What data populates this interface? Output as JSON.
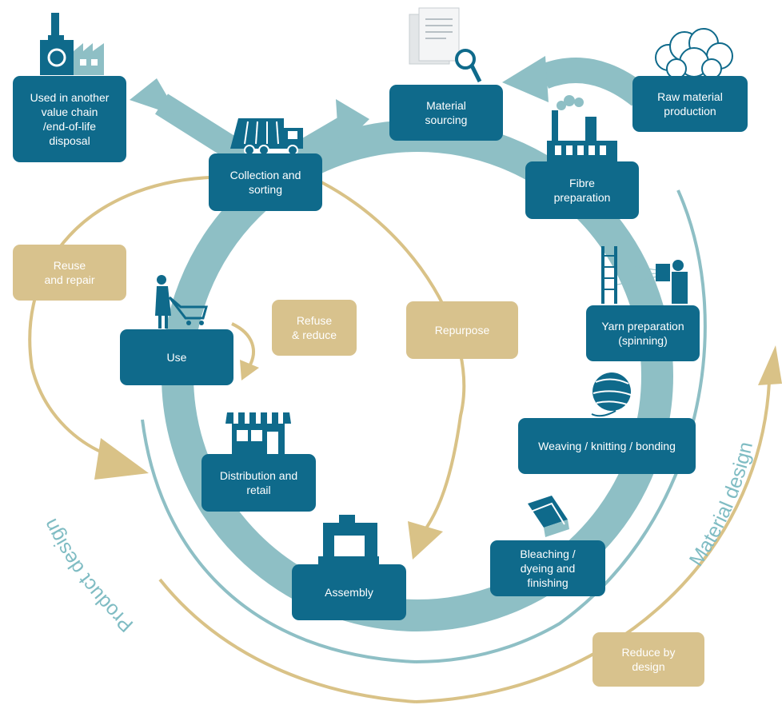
{
  "colors": {
    "process_box": "#0f6a8b",
    "strategy_box": "#d8c28d",
    "main_loop": "#8ebfc5",
    "strategy_arrow": "#d9c287",
    "design_arc_text": "#7fbcc3"
  },
  "stages": {
    "raw_material": "Raw material\nproduction",
    "material_sourcing": "Material\nsourcing",
    "fibre_preparation": "Fibre\npreparation",
    "yarn_preparation": "Yarn preparation\n(spinning)",
    "weaving": "Weaving / knitting / bonding",
    "bleaching": "Bleaching /\ndyeing and\nfinishing",
    "assembly": "Assembly",
    "distribution": "Distribution and\nretail",
    "use": "Use",
    "collection": "Collection and\nsorting",
    "end_of_life": "Used in another\nvalue chain\n/end-of-life\ndisposal"
  },
  "strategies": {
    "reuse": "Reuse\nand repair",
    "refuse": "Refuse\n& reduce",
    "repurpose": "Repurpose",
    "reduce_by_design": "Reduce by\ndesign"
  },
  "arc_labels": {
    "product_design": "Product design",
    "material_design": "Material design"
  },
  "icons": [
    "recycling-factory-icon",
    "documents-magnifier-icon",
    "raw-material-cloud-icon",
    "garbage-truck-icon",
    "factory-icon",
    "spinning-machine-icon",
    "yarn-ball-icon",
    "fabric-roll-icon",
    "sewing-machine-icon",
    "shop-icon",
    "shopper-cart-icon"
  ]
}
